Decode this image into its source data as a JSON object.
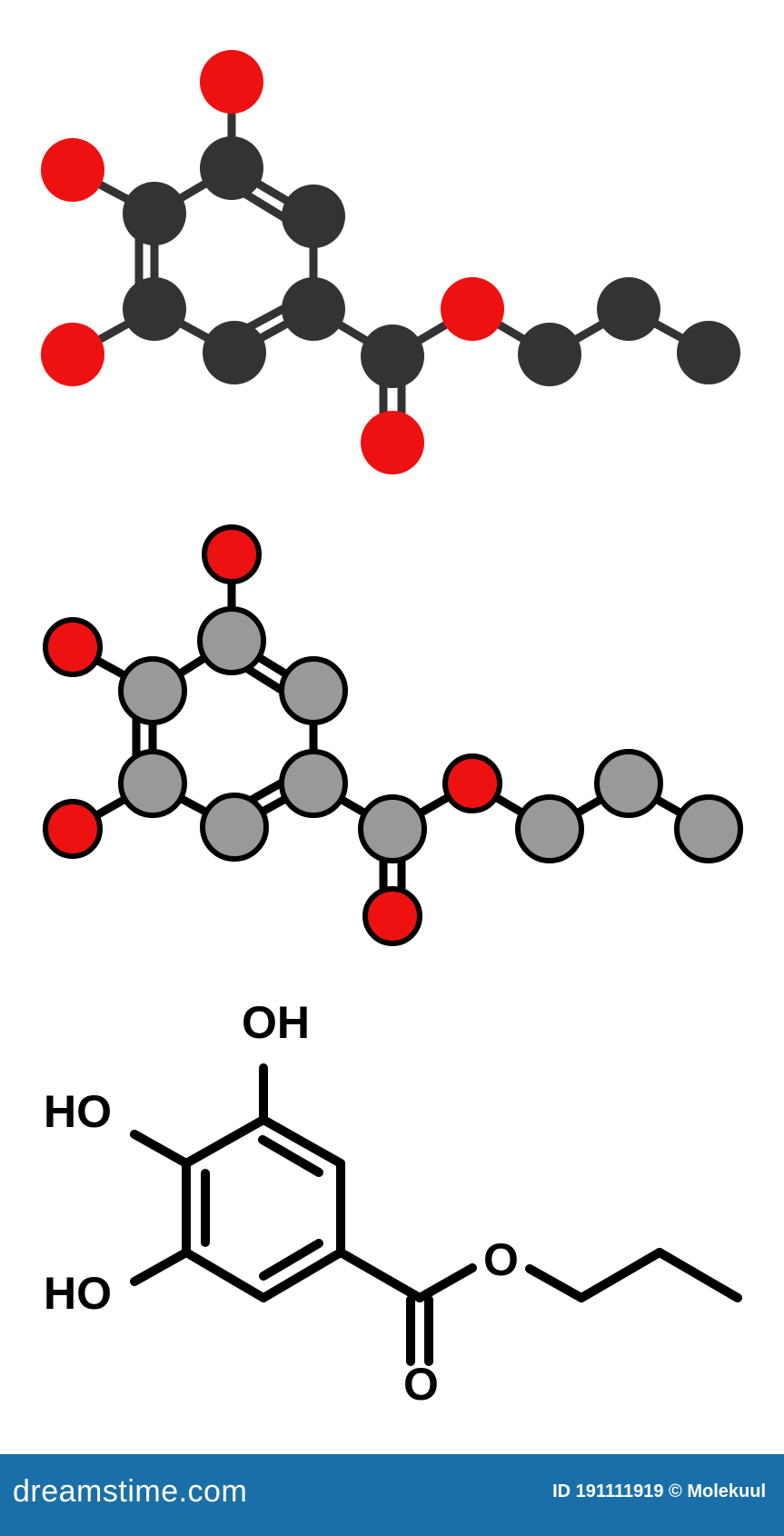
{
  "footer": {
    "brand": "dreamstime.com",
    "credit": "ID 191111919 © Molekuul"
  },
  "structure_labels": {
    "oh_top": "OH",
    "ho_upper": "HO",
    "ho_lower": "HO",
    "o_ester": "O",
    "o_carbonyl": "O"
  },
  "colors": {
    "carbon_dark": "#333333",
    "carbon_light": "#999999",
    "oxygen": "#ee1111",
    "bond": "#333333",
    "footer_bg": "#1a6fa8"
  }
}
